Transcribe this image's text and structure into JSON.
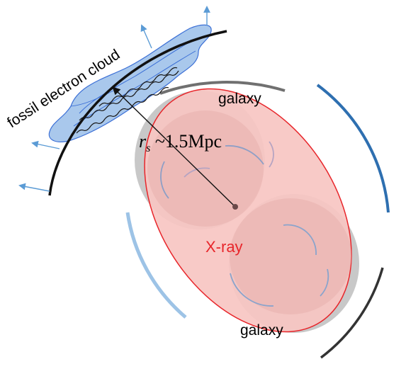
{
  "labels": {
    "fossil": "fossil electron cloud",
    "galaxy_top": "galaxy",
    "galaxy_bottom": "galaxy",
    "xray": "X-ray",
    "radius_symbol": "r",
    "radius_subscript": "s",
    "radius_value": " ~1.5Mpc"
  },
  "colors": {
    "xray_fill": "#f7c5c2",
    "xray_stroke": "#e8262b",
    "xray_text": "#e8262b",
    "galaxy_shadow": "#c8c8c8",
    "cloud_fill": "#a9c8ec",
    "cloud_stroke": "#3b6fd6",
    "shock_front": "#111111",
    "arrow": "#5b9bd5",
    "arc_dark_blue": "#2e6fb0",
    "arc_light_blue": "#9dc3e6",
    "arc_gray": "#707070",
    "arc_black": "#333333"
  }
}
